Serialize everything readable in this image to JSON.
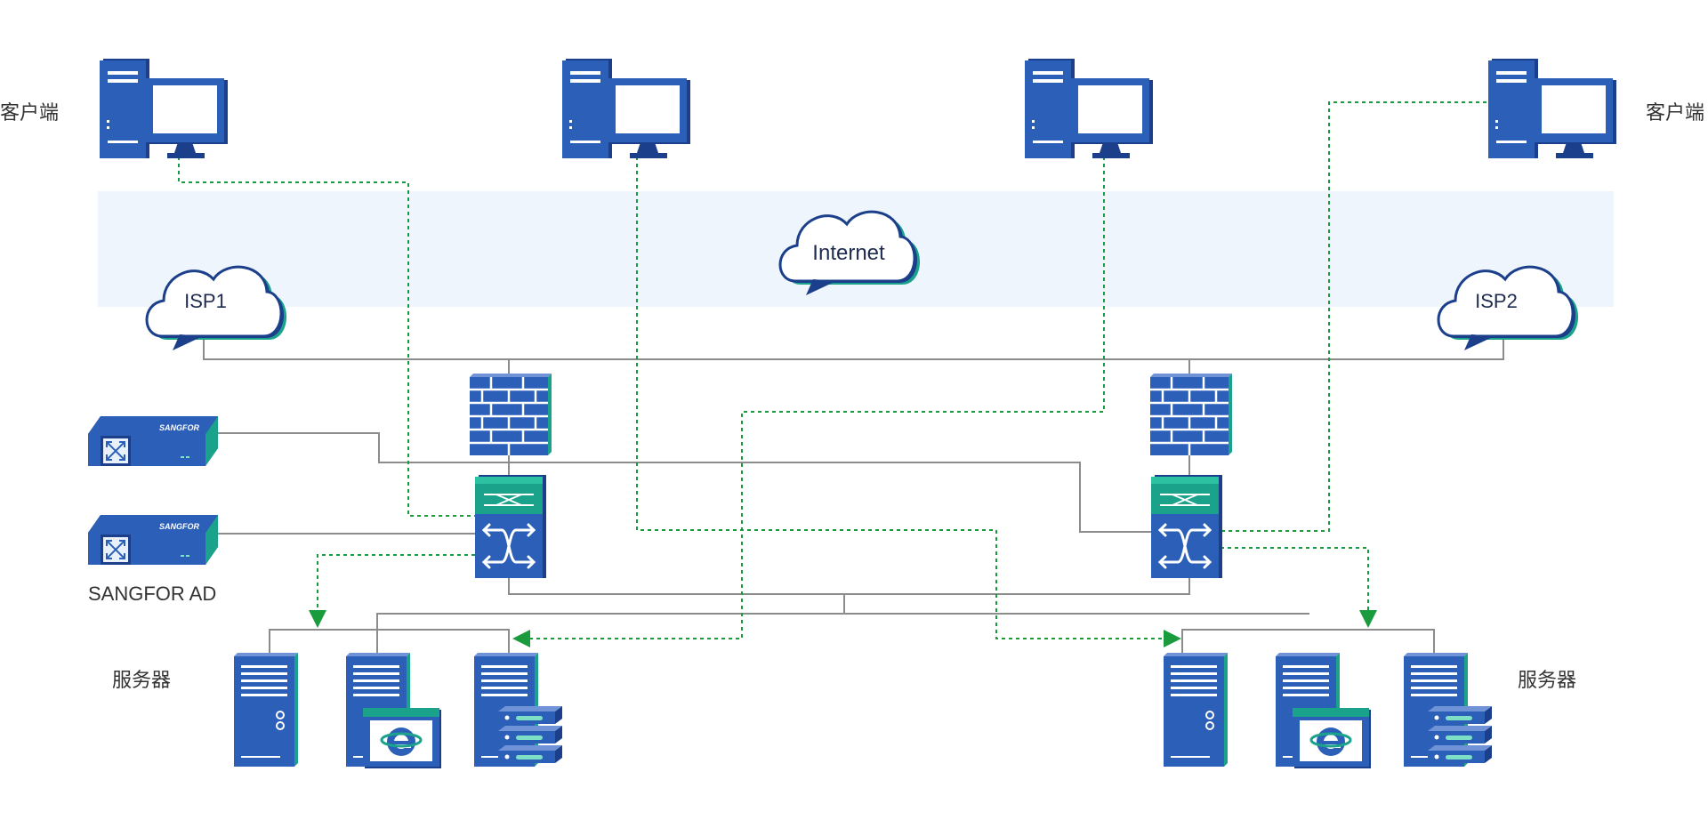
{
  "labels": {
    "client_left": "客户端",
    "client_right": "客户端",
    "isp1": "ISP1",
    "isp2": "ISP2",
    "internet": "Internet",
    "sangfor_ad": "SANGFOR AD",
    "server_left": "服务器",
    "server_right": "服务器",
    "brand": "SANGFOR"
  },
  "colors": {
    "device_blue": "#2b5fb8",
    "device_dark": "#1b3f8a",
    "device_teal": "#1aa38a",
    "internet_band": "#eef5fd",
    "link_gray": "#8c8c8c",
    "flow_green": "#1a9c3e"
  },
  "icons": {
    "client": "desktop-computer-icon",
    "cloud": "cloud-icon",
    "firewall": "firewall-icon",
    "switch": "core-switch-icon",
    "load_balancer": "sangfor-ad-appliance-icon",
    "server": "server-tower-icon",
    "web_server": "web-server-icon",
    "db_server": "database-server-icon"
  }
}
